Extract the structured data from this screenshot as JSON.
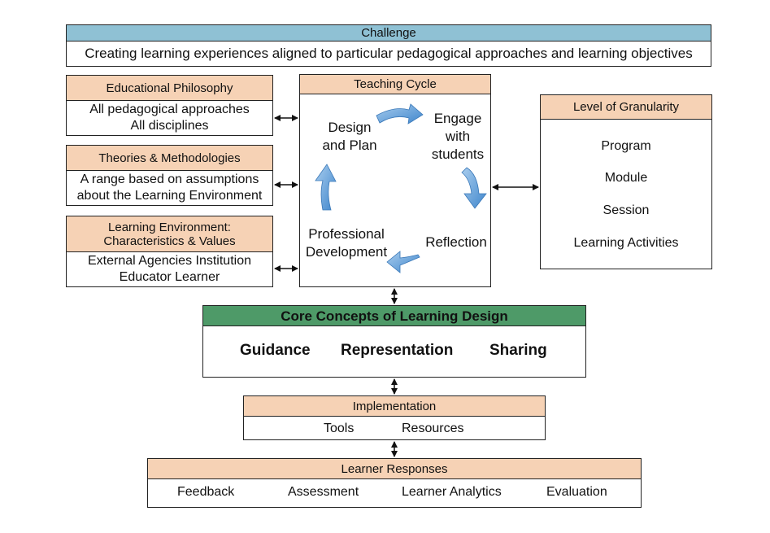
{
  "challenge": {
    "title": "Challenge",
    "text": "Creating learning experiences aligned to particular pedagogical approaches and learning objectives"
  },
  "educational_philosophy": {
    "title": "Educational Philosophy",
    "line1": "All pedagogical approaches",
    "line2": "All disciplines"
  },
  "theories": {
    "title": "Theories & Methodologies",
    "line1": "A range based on assumptions",
    "line2": "about the Learning Environment"
  },
  "learning_environment": {
    "title_line1": "Learning Environment:",
    "title_line2": "Characteristics & Values",
    "line1": "External Agencies Institution",
    "line2": "Educator Learner"
  },
  "teaching_cycle": {
    "title": "Teaching Cycle",
    "design_line1": "Design",
    "design_line2": "and Plan",
    "engage_line1": "Engage",
    "engage_line2": "with",
    "engage_line3": "students",
    "reflection": "Reflection",
    "professional_line1": "Professional",
    "professional_line2": "Development"
  },
  "granularity": {
    "title": "Level of Granularity",
    "items": [
      "Program",
      "Module",
      "Session",
      "Learning Activities"
    ]
  },
  "core_concepts": {
    "title": "Core Concepts of Learning Design",
    "items": [
      "Guidance",
      "Representation",
      "Sharing"
    ]
  },
  "implementation": {
    "title": "Implementation",
    "items": [
      "Tools",
      "Resources"
    ]
  },
  "learner_responses": {
    "title": "Learner Responses",
    "items": [
      "Feedback",
      "Assessment",
      "Learner Analytics",
      "Evaluation"
    ]
  },
  "colors": {
    "header_peach": "#f6d2b5",
    "header_blue": "#8fc1d4",
    "header_green": "#4e9a68",
    "cycle_arrow_blue": "#5b9bd5"
  }
}
